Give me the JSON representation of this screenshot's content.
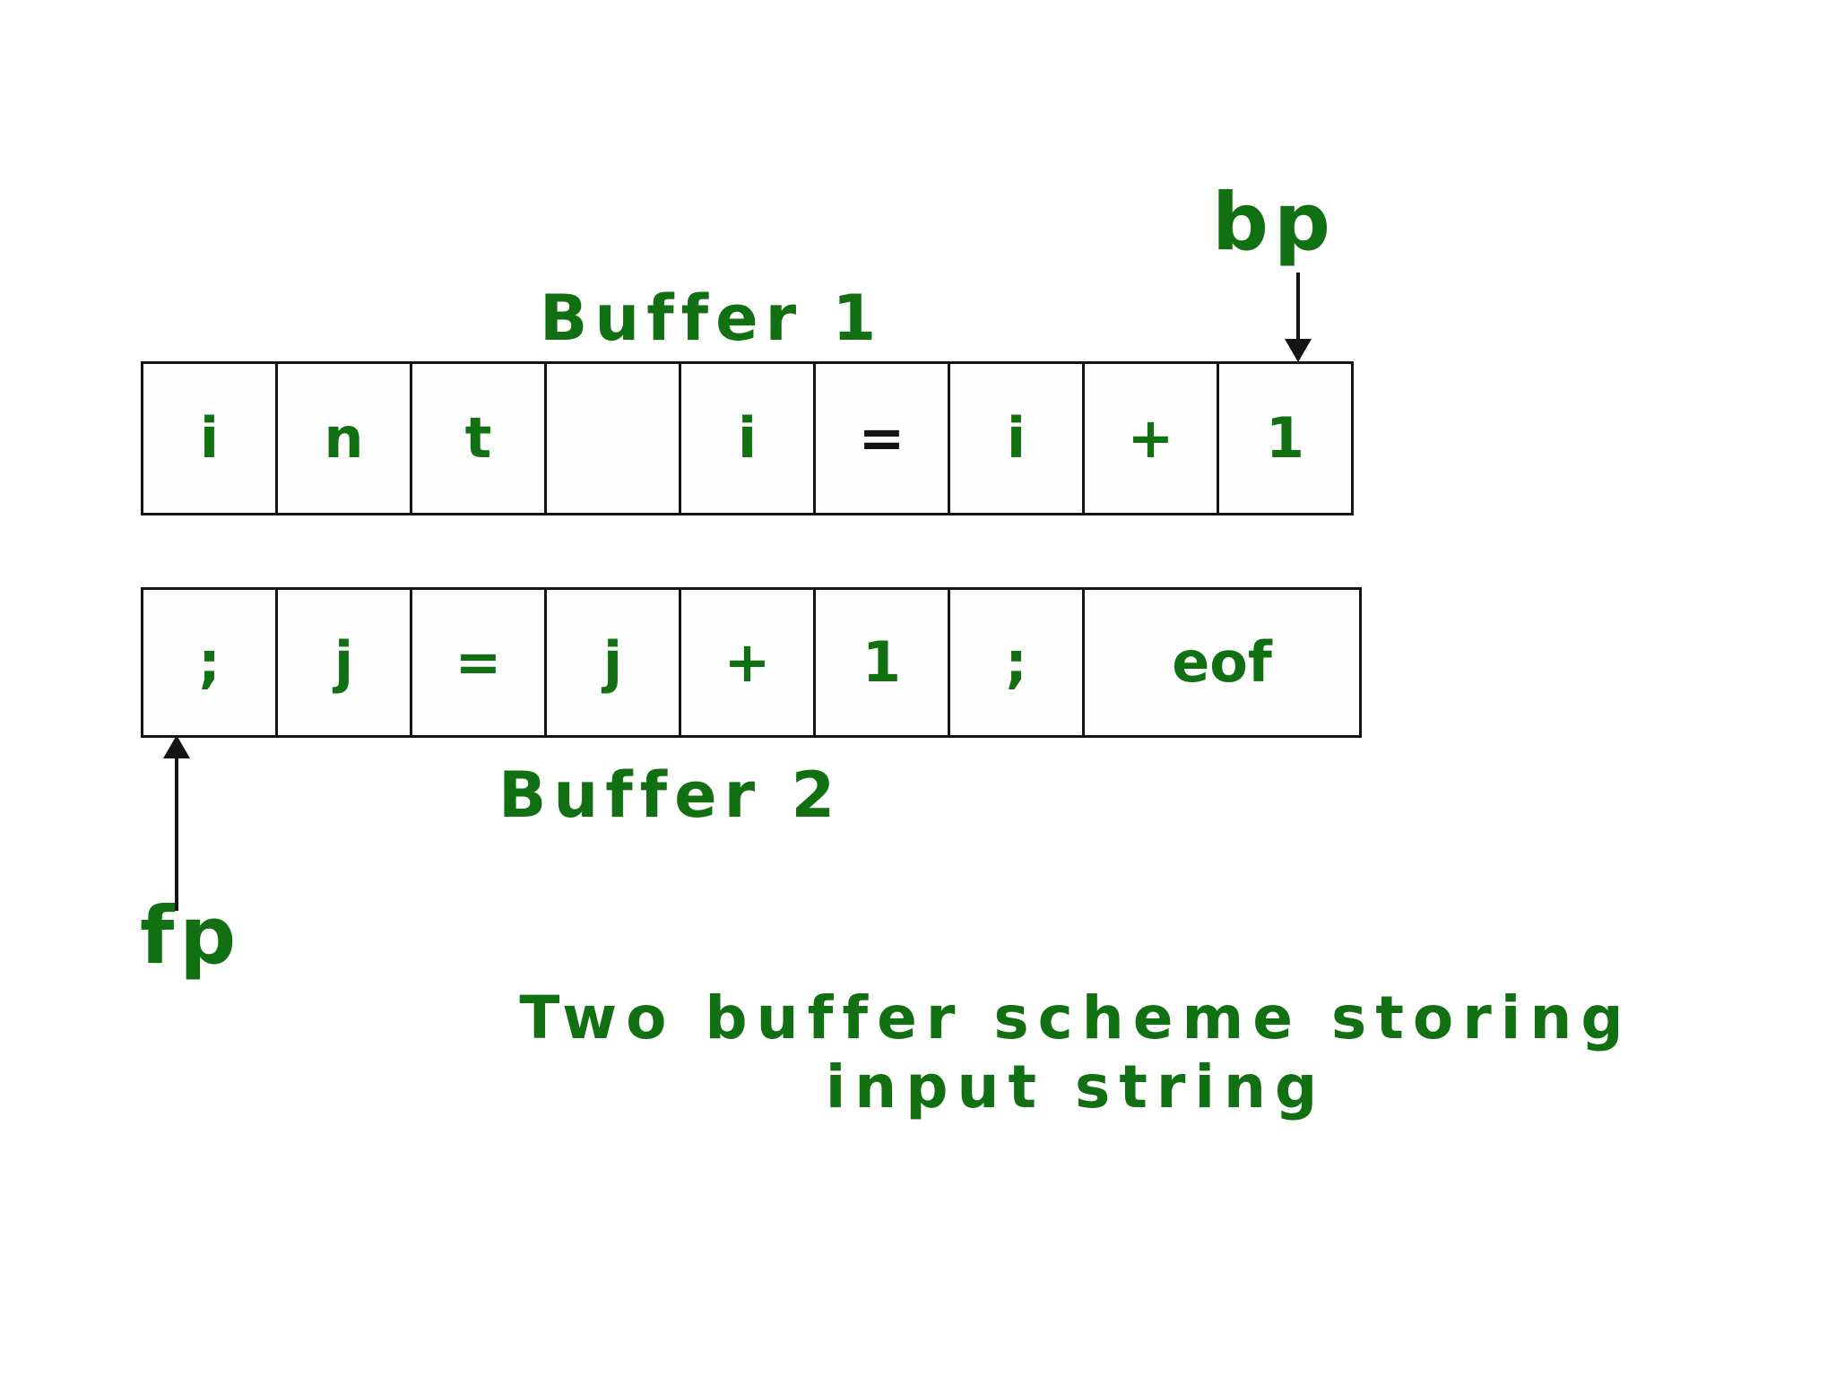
{
  "diagram": {
    "buffer1": {
      "label": "Buffer 1",
      "cells": [
        "i",
        "n",
        "t",
        "",
        "i",
        "=",
        "i",
        "+",
        "1"
      ],
      "black_indices": [
        5
      ]
    },
    "buffer2": {
      "label": "Buffer 2",
      "cells": [
        ";",
        "j",
        "=",
        "j",
        "+",
        "1",
        ";",
        "eof"
      ],
      "black_indices": []
    },
    "pointers": {
      "bp": "bp",
      "fp": "fp"
    },
    "caption_line1": "Two buffer scheme storing",
    "caption_line2": "input string",
    "colors": {
      "green": "#117011",
      "black": "#141414",
      "background": "#ffffff"
    }
  }
}
